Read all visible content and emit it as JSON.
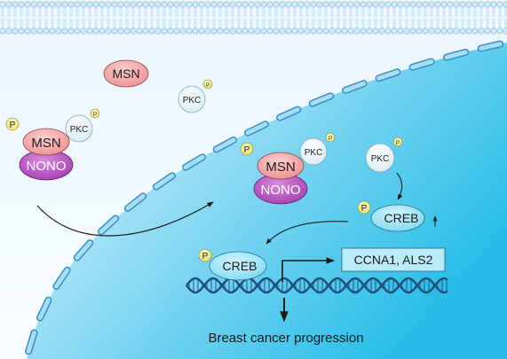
{
  "colors": {
    "cytoplasm_light": "#f2fafe",
    "nucleus_light": "#e6f6fd",
    "nucleus_deep": "#2dc1ea",
    "membrane_head": "#c9e4f7",
    "membrane_stroke": "#7fb8dc",
    "msn_fill": "#f3a3a3",
    "nono_fill": "#b44fbe",
    "pkc_fill": "#e7f4f8",
    "phospho_fill": "#f2ef8e",
    "creb_fill": "#9fe4f6",
    "dna_strand": "#2a5f8f",
    "envelope_fill": "#8fd3f0",
    "envelope_stroke": "#3b8fc4"
  },
  "labels": {
    "msn": "MSN",
    "nono": "NONO",
    "pkc": "PKC",
    "phospho": "P",
    "creb": "CREB",
    "target_genes": "CCNA1, ALS2",
    "outcome": "Breast cancer progression"
  }
}
